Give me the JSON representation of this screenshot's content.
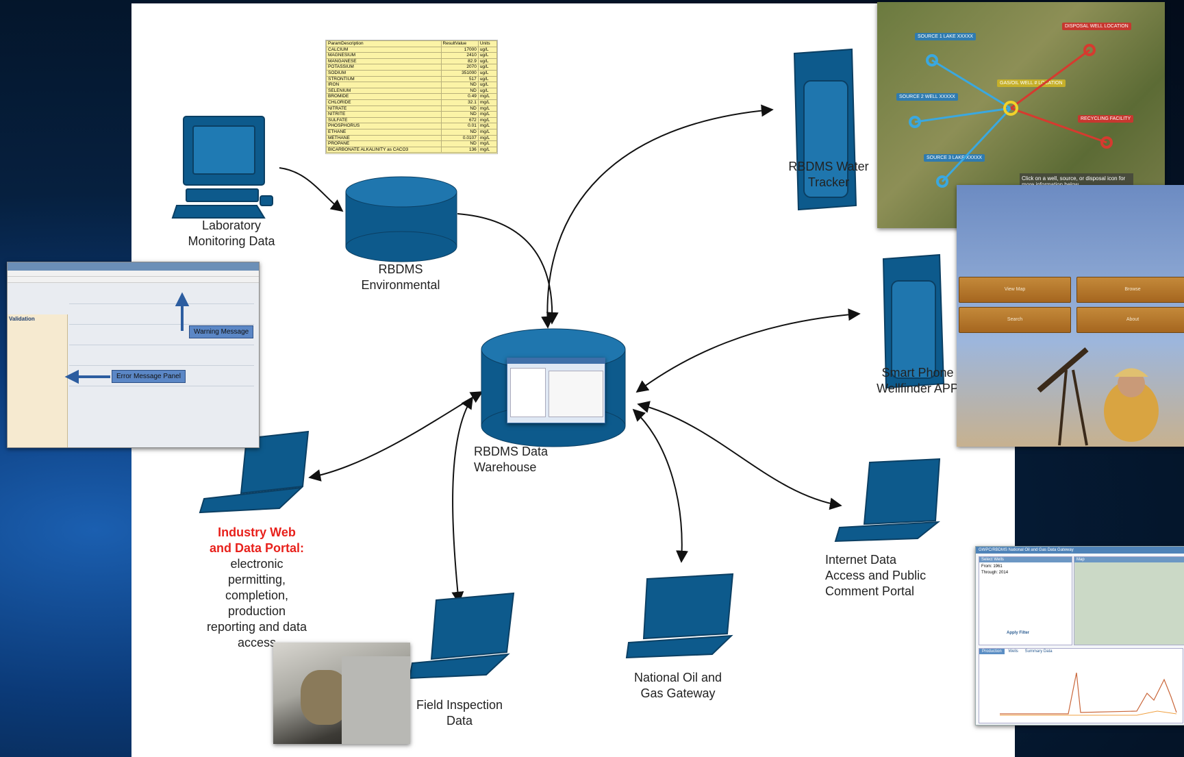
{
  "nodes": {
    "lab": [
      "Laboratory",
      "Monitoring Data"
    ],
    "env": [
      "RBDMS",
      "Environmental"
    ],
    "water": [
      "RBDMS Water",
      "Tracker"
    ],
    "phone": [
      "Smart Phone",
      "Wellfinder APP"
    ],
    "warehouse": [
      "RBDMS Data",
      "Warehouse"
    ],
    "industry_title": [
      "Industry Web",
      "and Data Portal:"
    ],
    "industry_body": [
      "electronic",
      "permitting,",
      "completion,",
      "production",
      "reporting and data",
      "access"
    ],
    "field": [
      "Field Inspection",
      "Data"
    ],
    "gateway": [
      "National Oil and",
      "Gas Gateway"
    ],
    "internet": [
      "Internet Data",
      "Access and Public",
      "Comment Portal"
    ]
  },
  "param_table": {
    "headers": [
      "ParamDescription",
      "ResultValue",
      "Units"
    ],
    "rows": [
      [
        "CALCIUM",
        "17000",
        "ug/L"
      ],
      [
        "MAGNESIUM",
        "2410",
        "ug/L"
      ],
      [
        "MANGANESE",
        "82.9",
        "ug/L"
      ],
      [
        "POTASSIUM",
        "2070",
        "ug/L"
      ],
      [
        "SODIUM",
        "351000",
        "ug/L"
      ],
      [
        "STRONTIUM",
        "517",
        "ug/L"
      ],
      [
        "IRON",
        "ND",
        "ug/L"
      ],
      [
        "SELENIUM",
        "ND",
        "ug/L"
      ],
      [
        "BROMIDE",
        "0.49",
        "mg/L"
      ],
      [
        "CHLORIDE",
        "32.1",
        "mg/L"
      ],
      [
        "NITRATE",
        "ND",
        "mg/L"
      ],
      [
        "NITRITE",
        "ND",
        "mg/L"
      ],
      [
        "SULFATE",
        "672",
        "mg/L"
      ],
      [
        "PHOSPHORUS",
        "0.01",
        "mg/L"
      ],
      [
        "ETHANE",
        "ND",
        "mg/L"
      ],
      [
        "METHANE",
        "0.0107",
        "mg/L"
      ],
      [
        "PROPANE",
        "ND",
        "mg/L"
      ],
      [
        "BICARBONATE ALKALINITY as CACO3",
        "136",
        "mg/L"
      ]
    ]
  },
  "form": {
    "validation_title": "Validation",
    "warning": "Warning Message",
    "error": "Error Message Panel"
  },
  "map": {
    "tags": [
      "SOURCE 1 LAKE XXXXX",
      "SOURCE 2 WELL XXXXX",
      "SOURCE 3 LAKE XXXXX",
      "GAS/OIL WELL # LOCATION",
      "DISPOSAL WELL LOCATION",
      "RECYCLING FACILITY"
    ],
    "hint": "Click on a well, source, or disposal icon for more information below"
  },
  "app": {
    "buttons": [
      "View Map",
      "Browse",
      "Search",
      "About"
    ]
  },
  "gateway_shot": {
    "title": "GWPC/RBDMS National Oil and Gas Data Gateway",
    "panel": "Select Wells",
    "map_tab": "Map",
    "from_label": "From: 1961",
    "through_label": "Through: 2014",
    "apply": "Apply Filter",
    "tabs": [
      "Production",
      "Wells",
      "Summary Data"
    ]
  },
  "colors": {
    "shape_fill": "#0d5a8c",
    "arrow": "#111111",
    "industry_red": "#e8211c",
    "table_yellow": "#fbf3a6"
  }
}
